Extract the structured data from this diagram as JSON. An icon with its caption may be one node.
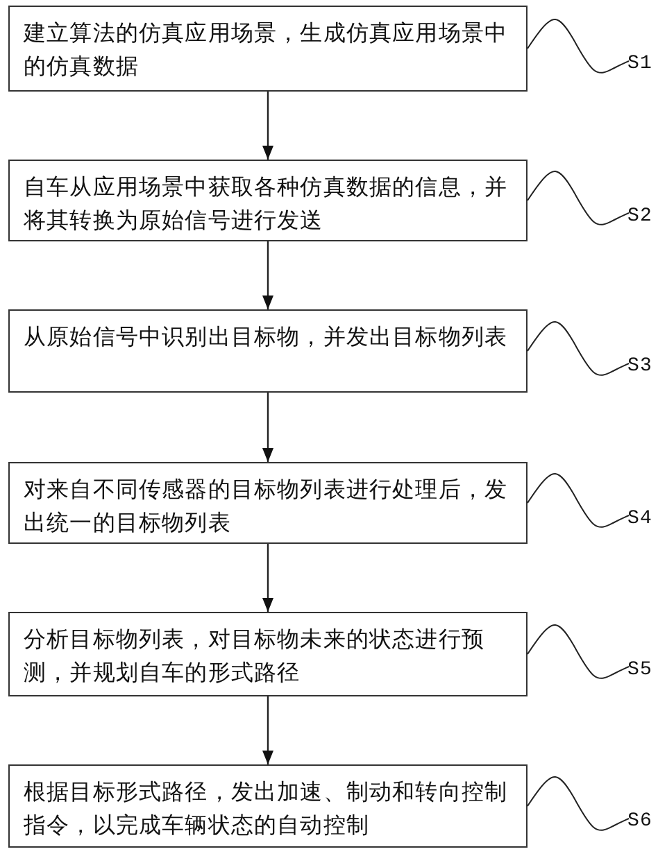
{
  "diagram": {
    "nodes": [
      {
        "text": [
          "建立算法的仿真应用场景，生成仿真应用场景中的仿真数据"
        ]
      },
      {
        "text": [
          "S1"
        ]
      },
      {
        "text": [
          "自车从应用场景中获取各种仿真数据的信息，并将其转换为原始信号进行发送"
        ]
      },
      {
        "text": [
          "S2"
        ]
      },
      {
        "text": [
          "从原始信号中识别出目标物，并发出目标物列表"
        ]
      },
      {
        "text": [
          "S3"
        ]
      },
      {
        "text": [
          "对来自不同传感器的目标物列表进行处理后，发出统一的目标物列表"
        ]
      },
      {
        "text": [
          "S4"
        ]
      },
      {
        "text": [
          "分析目标物列表，对目标物未来的状态进行预测，并规划自车的形式路径"
        ]
      },
      {
        "text": [
          "S5"
        ]
      },
      {
        "text": [
          "根据目标形式路径，发出加速、制动和转向控制指令，以完成车辆状态的自动控制"
        ]
      },
      {
        "text": [
          "S6"
        ]
      }
    ],
    "edges": [
      {
        "from": 1,
        "to": 0,
        "arrow": "none"
      },
      {
        "from": 0,
        "to": 2,
        "arrow": "to"
      },
      {
        "from": 3,
        "to": 2,
        "arrow": "none"
      },
      {
        "from": 2,
        "to": 4,
        "arrow": "to"
      },
      {
        "from": 5,
        "to": 4,
        "arrow": "none"
      },
      {
        "from": 4,
        "to": 6,
        "arrow": "to"
      },
      {
        "from": 7,
        "to": 6,
        "arrow": "none"
      },
      {
        "from": 6,
        "to": 8,
        "arrow": "to"
      },
      {
        "from": 9,
        "to": 8,
        "arrow": "none"
      },
      {
        "from": 8,
        "to": 10,
        "arrow": "to"
      },
      {
        "from": 11,
        "to": 10,
        "arrow": "none"
      }
    ]
  }
}
